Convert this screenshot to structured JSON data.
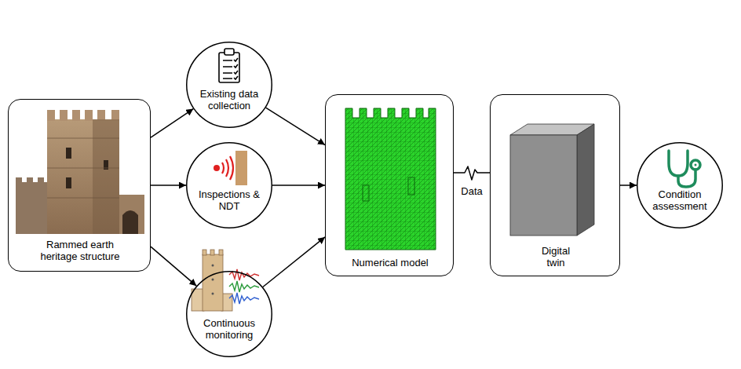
{
  "diagram": {
    "nodes": [
      {
        "text": [
          "Rammed earth heritage structure"
        ]
      },
      {
        "text": [
          "Existing data collection"
        ]
      },
      {
        "text": [
          "Inspections & NDT"
        ]
      },
      {
        "text": [
          "Continuous monitoring"
        ]
      },
      {
        "text": [
          "Numerical model"
        ]
      },
      {
        "text": [
          "Digital twin"
        ]
      },
      {
        "text": [
          "Condition assessment"
        ]
      }
    ],
    "edges": [
      {
        "from": 0,
        "to": 1,
        "arrow": "to"
      },
      {
        "from": 0,
        "to": 2,
        "arrow": "to"
      },
      {
        "from": 0,
        "to": 3,
        "arrow": "to"
      },
      {
        "from": 1,
        "to": 4,
        "arrow": "to"
      },
      {
        "from": 2,
        "to": 4,
        "arrow": "to"
      },
      {
        "from": 3,
        "to": 4,
        "arrow": "to"
      },
      {
        "from": 4,
        "to": 5,
        "label": "Data",
        "arrow": "none"
      },
      {
        "from": 5,
        "to": 6,
        "arrow": "to"
      }
    ]
  }
}
